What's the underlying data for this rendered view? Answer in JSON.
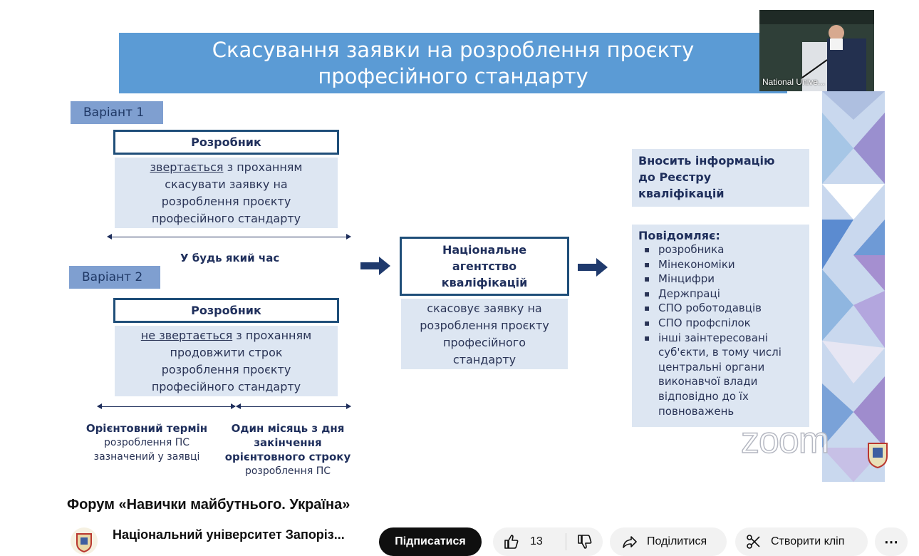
{
  "slide": {
    "title_line1": "Скасування заявки на розроблення проєкту",
    "title_line2": "професійного стандарту",
    "variant1": {
      "tag": "Варіант 1",
      "box_title": "Розробник",
      "body_underlined": "звертається",
      "body_rest_line1": " з проханням",
      "body_line2": "скасувати заявку на",
      "body_line3": "розроблення проєкту",
      "body_line4": "професійного стандарту"
    },
    "anytime_label": "У будь який час",
    "variant2": {
      "tag": "Варіант 2",
      "box_title": "Розробник",
      "body_underlined": "не звертається",
      "body_rest_line1": " з проханням",
      "body_line2": "продовжити строк",
      "body_line3": "розроблення проєкту",
      "body_line4": "професійного стандарту"
    },
    "term1": {
      "bold": "Орієнтовний термін",
      "line2": "розроблення ПС",
      "line3": "зазначений у заявці"
    },
    "term2": {
      "bold_line1": "Один місяць з дня",
      "bold_line2": "закінчення",
      "bold_line3": "орієнтовного строку",
      "line4": "розроблення ПС"
    },
    "agency": {
      "title_line1": "Національне",
      "title_line2": "агентство",
      "title_line3": "кваліфікацій",
      "body_line1": "скасовує заявку на",
      "body_line2": "розроблення проєкту",
      "body_line3": "професійного",
      "body_line4": "стандарту"
    },
    "registry": {
      "line1": "Вносить інформацію",
      "line2": "до Реєстру",
      "line3": "кваліфікацій"
    },
    "notify": {
      "heading": "Повідомляє:",
      "items": [
        "розробника",
        "Мінекономіки",
        "Мінцифри",
        "Держпраці",
        "СПО роботодавців",
        "СПО профспілок",
        "інші заінтересовані",
        "суб'єкти, в тому числі",
        "центральні органи",
        "виконавчої влади",
        "відповідно до їх",
        "повноважень"
      ]
    },
    "colors": {
      "banner": "#5b9bd5",
      "variant_tag": "#7f9fd0",
      "box_border": "#1f4e79",
      "panel": "#dde6f2",
      "text": "#1f2f5c"
    }
  },
  "webcam": {
    "label": "National Unive..."
  },
  "zoom_watermark": "zoom",
  "youtube": {
    "video_title": "Форум «Навички майбутнього. Україна»",
    "channel_name": "Національний університет Запоріз...",
    "subscribe_label": "Підписатися",
    "like_count": "13",
    "share_label": "Поділитися",
    "clip_label": "Створити кліп",
    "more_label": "⋯",
    "icons": [
      "like-icon",
      "dislike-icon",
      "share-icon",
      "scissors-icon",
      "more-icon"
    ]
  }
}
